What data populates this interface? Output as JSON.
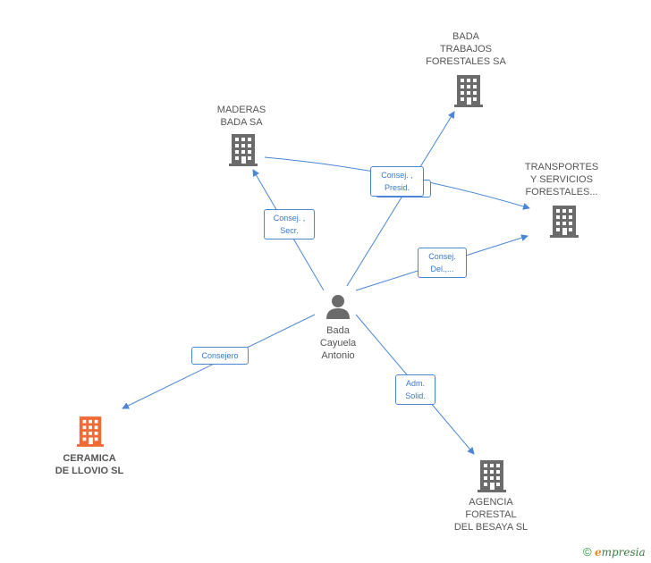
{
  "colors": {
    "edge": "#4a86d4",
    "company": "#6b6b6b",
    "main_company": "#f06a35",
    "person": "#6b6b6b",
    "label_text": "#555555"
  },
  "nodes": {
    "bada_trabajos": {
      "label": "BADA\nTRABAJOS\nFORESTALES SA",
      "icon": "building-icon"
    },
    "maderas_bada": {
      "label": "MADERAS\nBADA SA",
      "icon": "building-icon"
    },
    "transportes": {
      "label": "TRANSPORTES\nY SERVICIOS\nFORESTALES...",
      "icon": "building-icon"
    },
    "person": {
      "label": "Bada\nCayuela\nAntonio",
      "icon": "person-icon"
    },
    "ceramica": {
      "label": "CERAMICA\nDE LLOVIO SL",
      "icon": "building-icon"
    },
    "agencia": {
      "label": "AGENCIA\nFORESTAL\nDEL BESAYA SL",
      "icon": "building-icon"
    }
  },
  "relations": {
    "maderas": "Consej. ,\nSecr.",
    "trabajos": "Consej. ,\nPresid.",
    "transportes": "Consej.\nDel.,...",
    "ceramica": "Consejero",
    "agencia": "Adm.\nSolid."
  },
  "footer": {
    "copyright": "©",
    "brand_e": "e",
    "brand_rest": "mpresia"
  }
}
